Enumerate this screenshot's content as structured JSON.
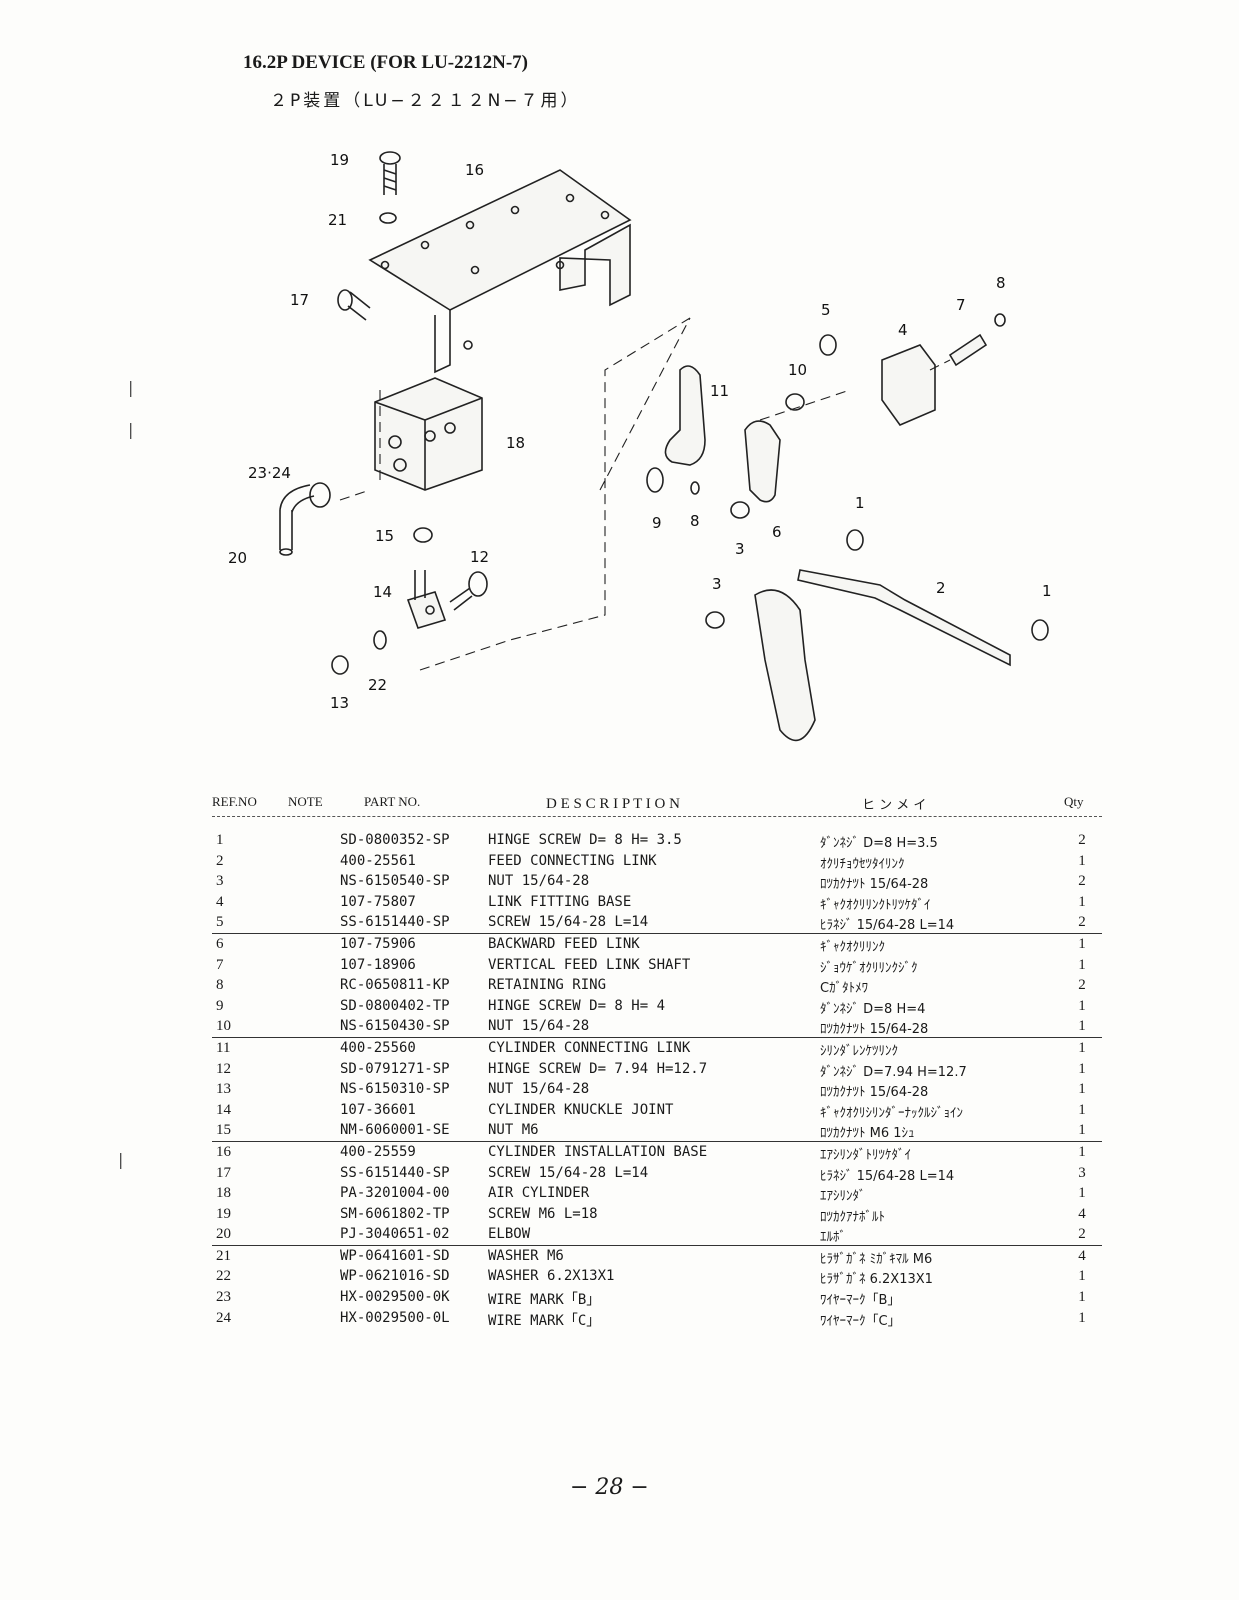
{
  "header": {
    "title_en": "16.2P DEVICE (FOR LU-2212N-7)",
    "title_jp": "２P装置（LU−２２１２N−７用）"
  },
  "diagram": {
    "callouts": [
      "19",
      "16",
      "21",
      "17",
      "5",
      "4",
      "7",
      "8",
      "10",
      "11",
      "18",
      "23·24",
      "20",
      "15",
      "12",
      "14",
      "9",
      "8",
      "3",
      "6",
      "1",
      "3",
      "2",
      "1",
      "22",
      "13"
    ]
  },
  "table": {
    "headers": {
      "ref": "REF.NO",
      "note": "NOTE",
      "part": "PART NO.",
      "desc": "D E S C R I P T I O N",
      "jp": "ヒ ン メ イ",
      "qty": "Qty"
    },
    "rows": [
      {
        "ref": "1",
        "part": "SD-0800352-SP",
        "desc": "HINGE SCREW D= 8    H= 3.5",
        "jp": "ﾀﾞﾝﾈｼﾞ D=8 H=3.5",
        "qty": "2"
      },
      {
        "ref": "2",
        "part": "400-25561",
        "desc": "FEED CONNECTING LINK",
        "jp": "ｵｸﾘﾁｮｳｾﾂﾀｲﾘﾝｸ",
        "qty": "1"
      },
      {
        "ref": "3",
        "part": "NS-6150540-SP",
        "desc": "NUT 15/64-28",
        "jp": "ﾛﾂｶｸﾅﾂﾄ 15/64-28",
        "qty": "2"
      },
      {
        "ref": "4",
        "part": "107-75807",
        "desc": "LINK FITTING BASE",
        "jp": "ｷﾞｬｸｵｸﾘﾘﾝｸﾄﾘﾂｹﾀﾞｲ",
        "qty": "1"
      },
      {
        "ref": "5",
        "part": "SS-6151440-SP",
        "desc": "SCREW  15/64-28 L=14",
        "jp": "ﾋﾗﾈｼﾞ 15/64-28 L=14",
        "qty": "2"
      },
      {
        "ref": "6",
        "part": "107-75906",
        "desc": "BACKWARD FEED LINK",
        "jp": "ｷﾞｬｸｵｸﾘﾘﾝｸ",
        "qty": "1"
      },
      {
        "ref": "7",
        "part": "107-18906",
        "desc": "VERTICAL FEED LINK SHAFT",
        "jp": "ｼﾞｮｳｹﾞｵｸﾘﾘﾝｸｼﾞｸ",
        "qty": "1"
      },
      {
        "ref": "8",
        "part": "RC-0650811-KP",
        "desc": "RETAINING RING",
        "jp": "Cｶﾞﾀﾄﾒﾜ",
        "qty": "2"
      },
      {
        "ref": "9",
        "part": "SD-0800402-TP",
        "desc": "HINGE SCREW D= 8    H= 4",
        "jp": "ﾀﾞﾝﾈｼﾞ D=8 H=4",
        "qty": "1"
      },
      {
        "ref": "10",
        "part": "NS-6150430-SP",
        "desc": "NUT 15/64-28",
        "jp": "ﾛﾂｶｸﾅﾂﾄ 15/64-28",
        "qty": "1"
      },
      {
        "ref": "11",
        "part": "400-25560",
        "desc": "CYLINDER CONNECTING LINK",
        "jp": "ｼﾘﾝﾀﾞﾚﾝｹﾂﾘﾝｸ",
        "qty": "1"
      },
      {
        "ref": "12",
        "part": "SD-0791271-SP",
        "desc": "HINGE SCREW D= 7.94 H=12.7",
        "jp": "ﾀﾞﾝﾈｼﾞ D=7.94 H=12.7",
        "qty": "1"
      },
      {
        "ref": "13",
        "part": "NS-6150310-SP",
        "desc": "NUT 15/64-28",
        "jp": "ﾛﾂｶｸﾅﾂﾄ 15/64-28",
        "qty": "1"
      },
      {
        "ref": "14",
        "part": "107-36601",
        "desc": "CYLINDER KNUCKLE JOINT",
        "jp": "ｷﾞｬｸｵｸﾘｼﾘﾝﾀﾞｰﾅｯｸﾙｼﾞｮｲﾝ",
        "qty": "1"
      },
      {
        "ref": "15",
        "part": "NM-6060001-SE",
        "desc": "NUT M6",
        "jp": "ﾛﾂｶｸﾅﾂﾄ M6 1ｼｭ",
        "qty": "1"
      },
      {
        "ref": "16",
        "part": "400-25559",
        "desc": "CYLINDER INSTALLATION BASE",
        "jp": "ｴｱｼﾘﾝﾀﾞﾄﾘﾂｹﾀﾞｲ",
        "qty": "1"
      },
      {
        "ref": "17",
        "part": "SS-6151440-SP",
        "desc": "SCREW  15/64-28 L=14",
        "jp": "ﾋﾗﾈｼﾞ 15/64-28 L=14",
        "qty": "3"
      },
      {
        "ref": "18",
        "part": "PA-3201004-00",
        "desc": "AIR CYLINDER",
        "jp": "ｴｱｼﾘﾝﾀﾞ",
        "qty": "1"
      },
      {
        "ref": "19",
        "part": "SM-6061802-TP",
        "desc": "SCREW M6 L=18",
        "jp": "ﾛﾂｶｸｱﾅﾎﾞﾙﾄ",
        "qty": "4"
      },
      {
        "ref": "20",
        "part": "PJ-3040651-02",
        "desc": "ELBOW",
        "jp": "ｴﾙﾎﾞ",
        "qty": "2"
      },
      {
        "ref": "21",
        "part": "WP-0641601-SD",
        "desc": "WASHER M6",
        "jp": "ﾋﾗｻﾞｶﾞﾈ ﾐｶﾞｷﾏﾙ M6",
        "qty": "4"
      },
      {
        "ref": "22",
        "part": "WP-0621016-SD",
        "desc": "WASHER 6.2X13X1",
        "jp": "ﾋﾗｻﾞｶﾞﾈ 6.2X13X1",
        "qty": "1"
      },
      {
        "ref": "23",
        "part": "HX-0029500-0K",
        "desc": "WIRE MARK「B」",
        "jp": "ﾜｲﾔｰﾏｰｸ「B」",
        "qty": "1"
      },
      {
        "ref": "24",
        "part": "HX-0029500-0L",
        "desc": "WIRE MARK「C」",
        "jp": "ﾜｲﾔｰﾏｰｸ「C」",
        "qty": "1"
      }
    ]
  },
  "footer": {
    "page": "− 28 −"
  }
}
